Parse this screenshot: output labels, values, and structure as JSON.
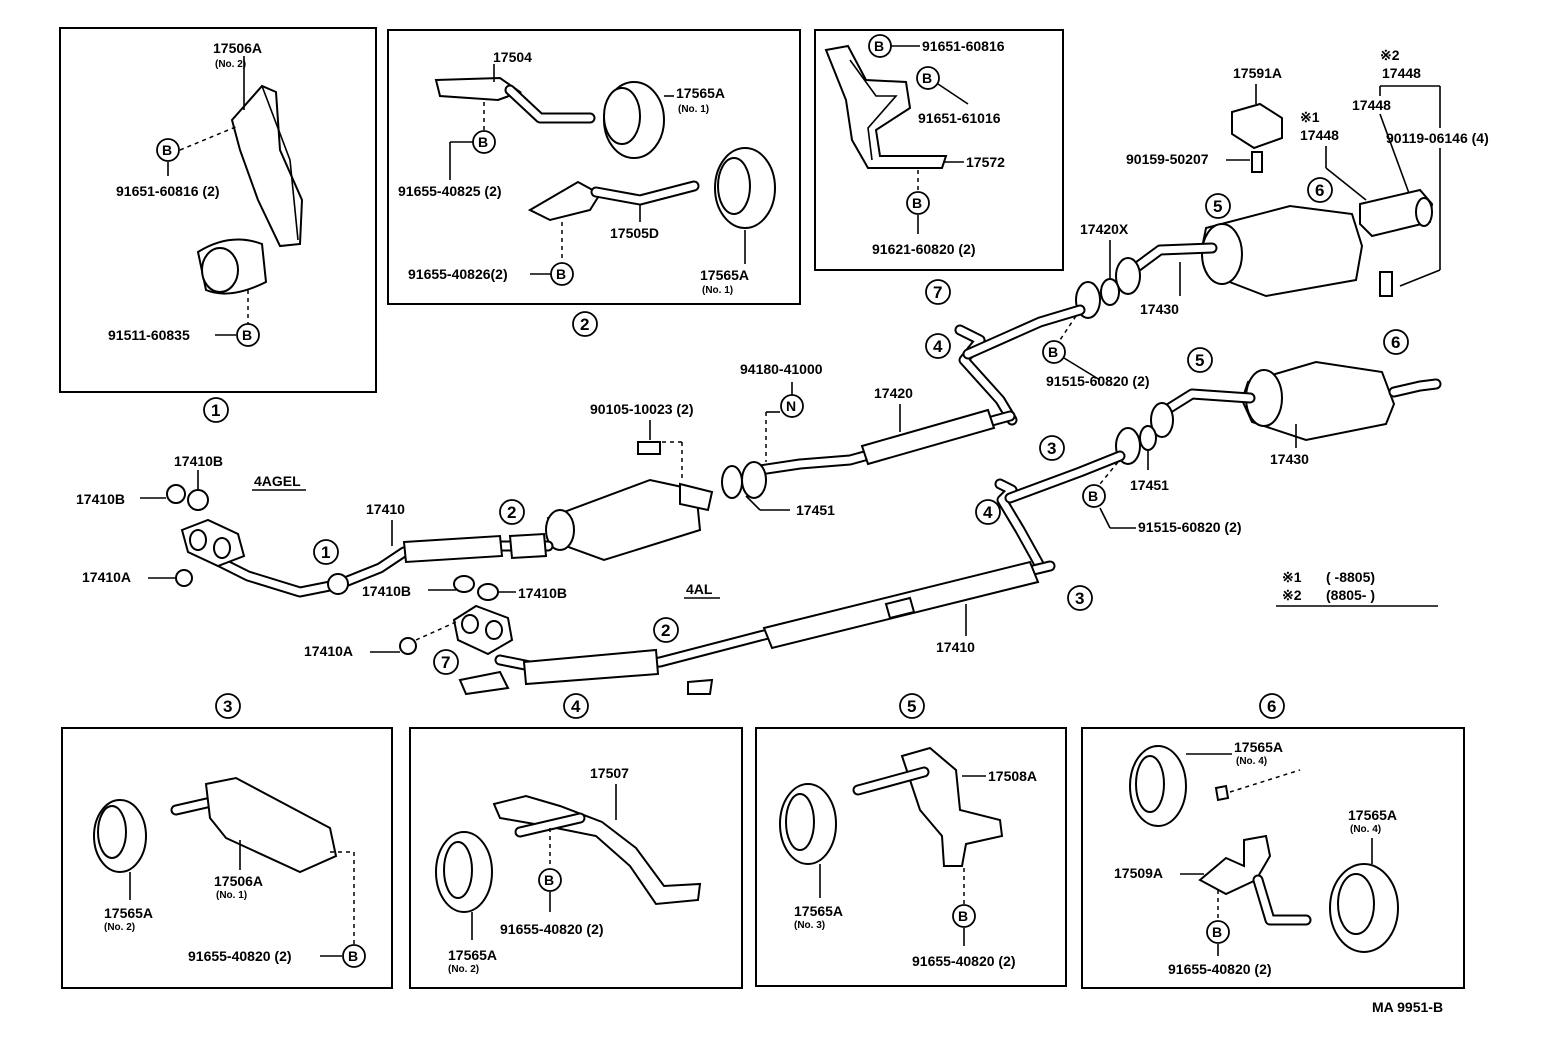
{
  "callouts": {
    "1": "1",
    "2": "2",
    "3": "3",
    "4": "4",
    "5": "5",
    "6": "6",
    "7": "7"
  },
  "symbols": {
    "B": "B",
    "N": "N"
  },
  "box1": {
    "p_17506A": "17506A",
    "p_17506A_no": "(No. 2)",
    "p_91651_60816": "91651-60816 (2)",
    "p_91511_60835": "91511-60835"
  },
  "box2": {
    "p_17504": "17504",
    "p_17565A_a": "17565A",
    "p_17565A_a_no": "(No. 1)",
    "p_91655_40825": "91655-40825 (2)",
    "p_17505D": "17505D",
    "p_91655_40826": "91655-40826(2)",
    "p_17565A_b": "17565A",
    "p_17565A_b_no": "(No. 1)"
  },
  "box7": {
    "p_91651_60816": "91651-60816",
    "p_91651_61016": "91651-61016",
    "p_17572": "17572",
    "p_91621_60820": "91621-60820 (2)"
  },
  "upper_right": {
    "p_17591A": "17591A",
    "p_90159_50207": "90159-50207",
    "mark1": "※1",
    "mark2": "※2",
    "p_17448_a": "17448",
    "p_17448_b": "17448",
    "p_17448_c": "17448",
    "p_90119_06146": "90119-06146 (4)",
    "p_17420X": "17420X",
    "p_17430_a": "17430",
    "p_91515_60820_a": "91515-60820 (2)",
    "p_17430_b": "17430",
    "p_17451_b": "17451",
    "p_91515_60820_b": "91515-60820 (2)"
  },
  "middle": {
    "p_94180_41000": "94180-41000",
    "p_17420": "17420",
    "p_90105_10023": "90105-10023 (2)",
    "p_17451_a": "17451",
    "p_17410B_1": "17410B",
    "p_17410B_2": "17410B",
    "engine_4agel": "4AGEL",
    "p_17410_a": "17410",
    "p_17410A_1": "17410A",
    "p_17410B_3": "17410B",
    "p_17410B_4": "17410B",
    "engine_4al": "4AL",
    "p_17410A_2": "17410A",
    "p_17410_b": "17410"
  },
  "notes": {
    "n1_mark": "※1",
    "n1_text": "(        -8805)",
    "n2_mark": "※2",
    "n2_text": "(8805-         )"
  },
  "box3": {
    "p_17506A": "17506A",
    "p_17506A_no": "(No. 1)",
    "p_17565A": "17565A",
    "p_17565A_no": "(No. 2)",
    "p_91655_40820": "91655-40820 (2)"
  },
  "box4": {
    "p_17507": "17507",
    "p_91655_40820": "91655-40820 (2)",
    "p_17565A": "17565A",
    "p_17565A_no": "(No. 2)"
  },
  "box5": {
    "p_17508A": "17508A",
    "p_17565A": "17565A",
    "p_17565A_no": "(No. 3)",
    "p_91655_40820": "91655-40820 (2)"
  },
  "box6": {
    "p_17565A_a": "17565A",
    "p_17565A_a_no": "(No. 4)",
    "p_17565A_b": "17565A",
    "p_17565A_b_no": "(No. 4)",
    "p_17509A": "17509A",
    "p_91655_40820": "91655-40820 (2)"
  },
  "footer": {
    "code": "MA 9951-B"
  }
}
